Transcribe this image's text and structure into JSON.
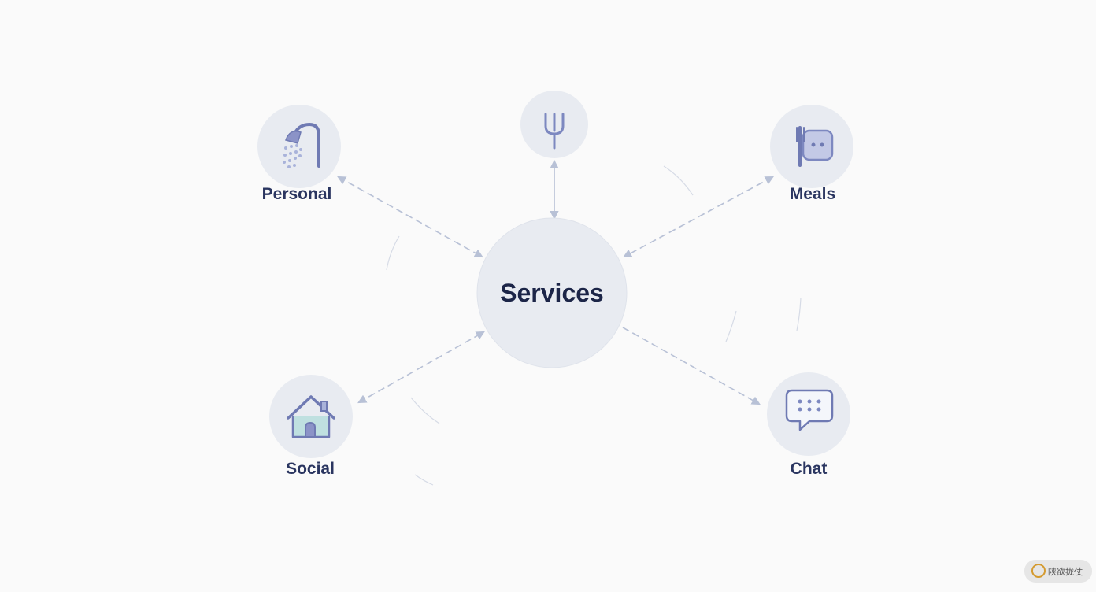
{
  "center": {
    "label": "Services"
  },
  "nodes": [
    {
      "id": "personal",
      "label": "Personal",
      "icon": "shower-icon"
    },
    {
      "id": "meals-fork",
      "label": "",
      "icon": "fork-icon"
    },
    {
      "id": "meals",
      "label": "Meals",
      "icon": "meal-tray-icon"
    },
    {
      "id": "social",
      "label": "Social",
      "icon": "house-icon"
    },
    {
      "id": "chat",
      "label": "Chat",
      "icon": "chat-bubble-icon"
    }
  ],
  "colors": {
    "background": "#fafafa",
    "circle_fill": "#e8ebf1",
    "icon_stroke": "#6f7ab3",
    "icon_fill": "#a9b3da",
    "label": "#2a3560",
    "connector": "#b8c1d6"
  },
  "watermark": {
    "text": "陕欲拢仗"
  }
}
